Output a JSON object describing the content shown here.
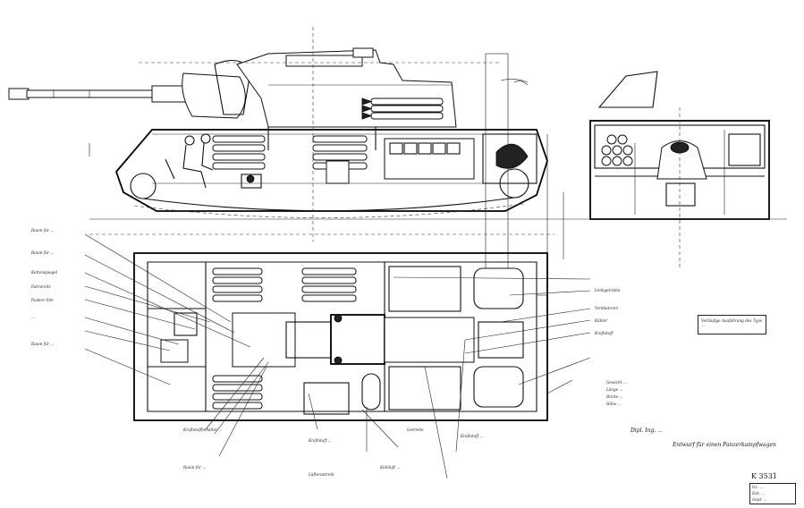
{
  "drawing": {
    "number": "K 3531",
    "title_block": [
      "Gz. ...",
      "Dat. ...",
      "Gepr. ..."
    ],
    "title": "Entwurf für einen Panzerkampfwagen",
    "subtitle": "Dipl. Ing. ...",
    "note_box": "Vorläufige Ausführung des Typs ...",
    "left_notes": [
      "Raum für ...",
      "Raum für ...",
      "Kettenspiegel",
      "Fahrersitz",
      "Funker Sitz",
      "...",
      "Raum für ..."
    ],
    "center_notes": [
      "Lenkgetriebe",
      "Ventilatoren",
      "Kühler",
      "Kraftstoff"
    ],
    "bottom_notes": [
      "Kraftstoffbehälter ...",
      "Raum für ...",
      "Kraftstoff ...",
      "Lüfterantrieb",
      "Kühlluft ...",
      "Getriebe",
      "Kraftstoff ..."
    ],
    "right_notes": [
      "Gewicht ...",
      "Länge ...",
      "Breite ...",
      "Höhe ..."
    ]
  }
}
